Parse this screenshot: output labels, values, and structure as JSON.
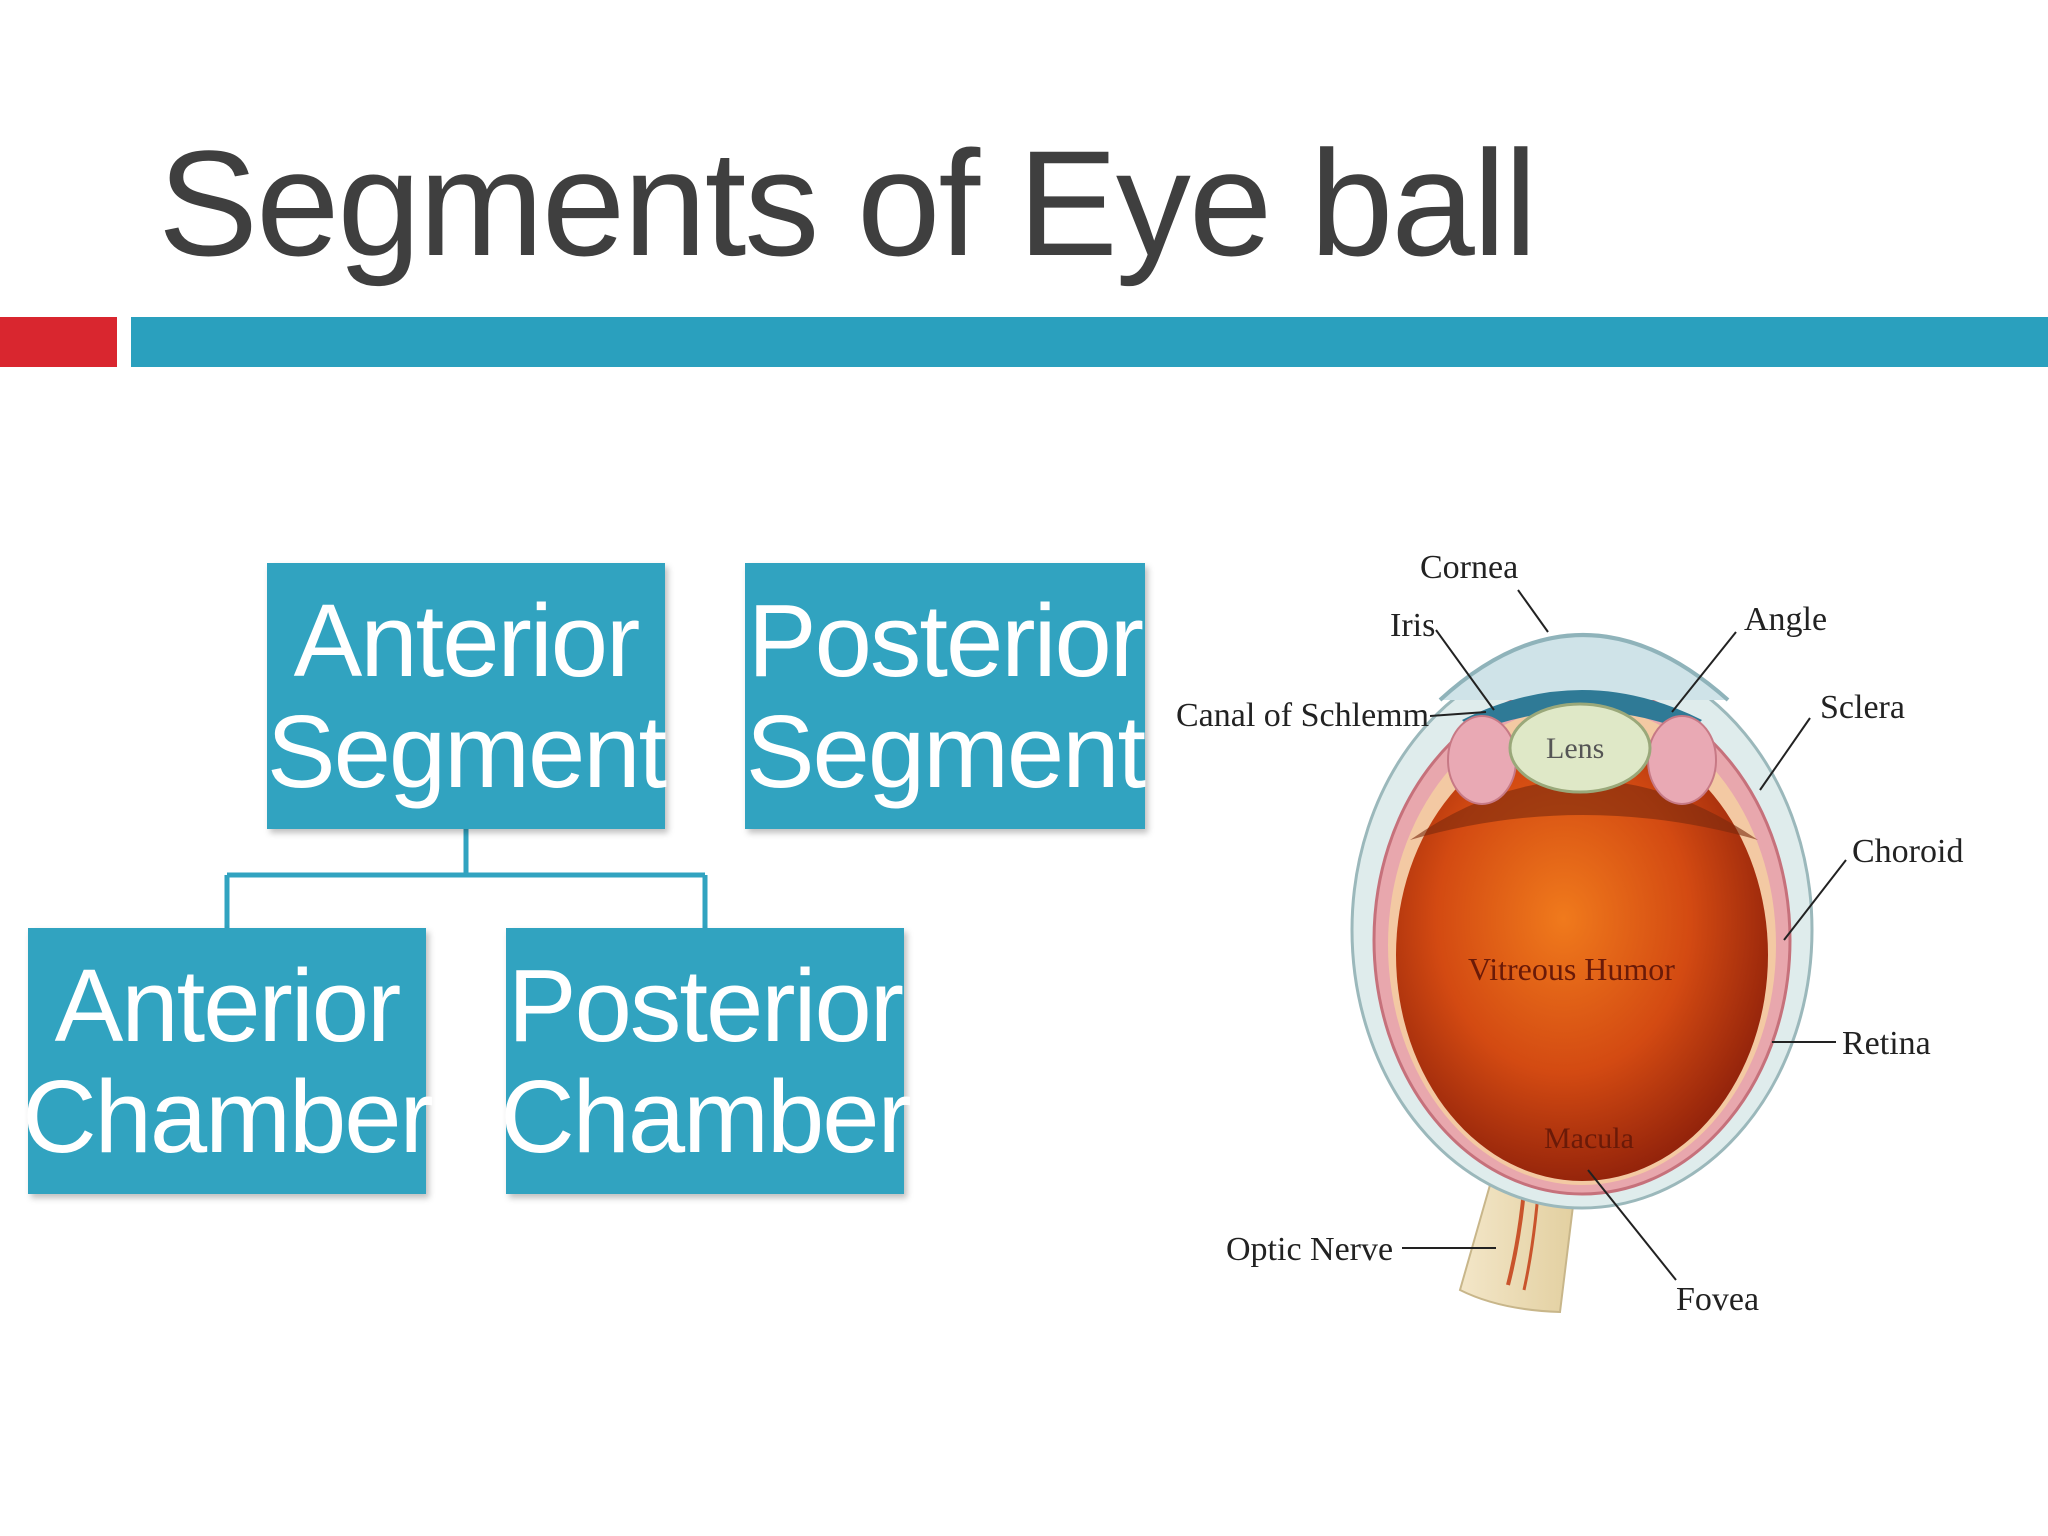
{
  "slide": {
    "title": "Segments of Eye ball",
    "accent_colors": {
      "red": "#d9262f",
      "blue": "#2aa0be"
    }
  },
  "hierarchy": {
    "anterior_segment": {
      "line1": "Anterior",
      "line2": "Segment"
    },
    "posterior_segment": {
      "line1": "Posterior",
      "line2": "Segment"
    },
    "anterior_chamber": {
      "line1": "Anterior",
      "line2": "Chamber"
    },
    "posterior_chamber": {
      "line1": "Posterior",
      "line2": "Chamber"
    },
    "box_color": "#31a3c0"
  },
  "eye_diagram": {
    "labels": {
      "cornea": "Cornea",
      "iris": "Iris",
      "angle": "Angle",
      "canal": "Canal of Schlemm",
      "sclera": "Sclera",
      "lens": "Lens",
      "choroid": "Choroid",
      "vitreous": "Vitreous Humor",
      "retina": "Retina",
      "macula": "Macula",
      "optic_nerve": "Optic Nerve",
      "fovea": "Fovea"
    }
  }
}
